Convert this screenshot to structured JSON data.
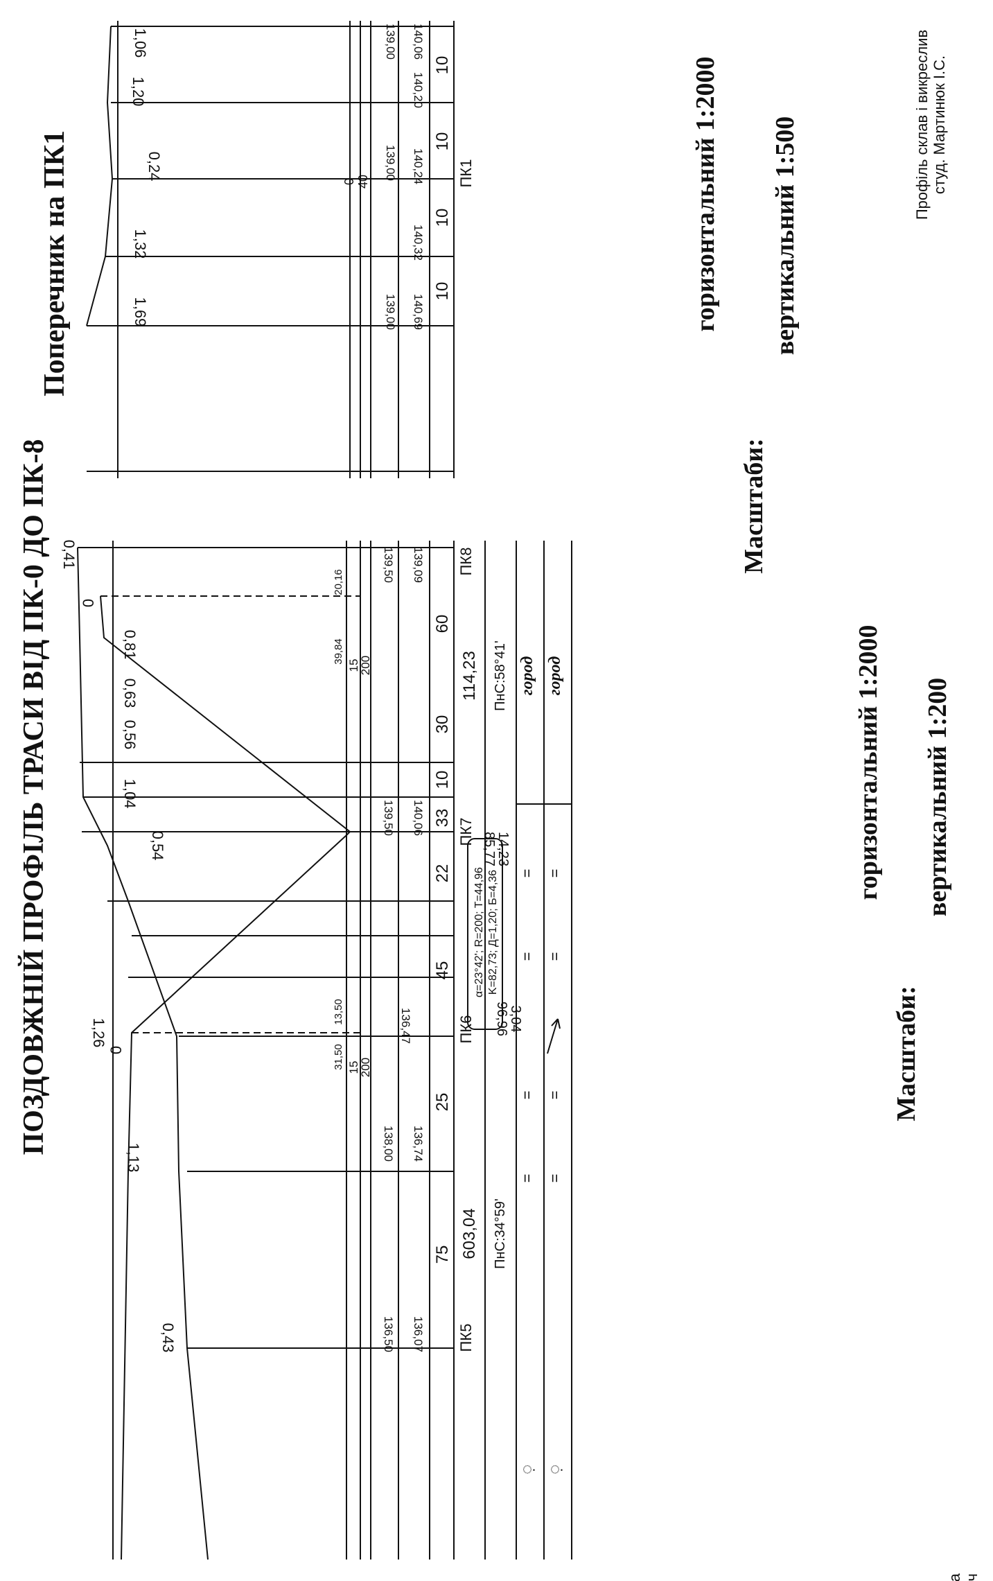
{
  "longitudinal": {
    "title": "ПОЗДОВЖНІЙ ПРОФІЛЬ ТРАСИ ВІД ПК-0 ДО ПК-8",
    "vertical_dims": [
      "0,43",
      "1,13",
      "1,26",
      "0,54",
      "1,04",
      "0,56",
      "0,63",
      "0,81",
      "0,41"
    ],
    "zero_marks": [
      "0",
      "0"
    ],
    "grade_labels": {
      "seg1_a": "31,50",
      "seg1_b": "13,50",
      "seg1_slope": "15",
      "seg1_len": "200",
      "seg2_a": "39,84",
      "seg2_b": "20,16",
      "seg2_slope": "15",
      "seg2_len": "200"
    },
    "design_elev": [
      "136,50",
      "138,00",
      "136,47",
      "139,50",
      "139,50"
    ],
    "ground_elev": [
      "136,07",
      "136,74",
      "140,06",
      "139,09"
    ],
    "distances": [
      "75",
      "25",
      "45",
      "22",
      "33",
      "10",
      "30",
      "60"
    ],
    "pickets": [
      "ПК5",
      "ПК6",
      "ПК7",
      "ПК8"
    ],
    "plan": {
      "left_len": "603,04",
      "left_bearing": "ПнС:34°59'",
      "mid_a": "96,96",
      "mid_b": "3,04",
      "curve_line1": "α=23°42'; R=200; T=44,96",
      "curve_line2": "K=82,73; Д=1,20; Б=4,36",
      "rot_a": "85,77",
      "rot_b": "14,23",
      "right_len": "114,23",
      "right_bearing": "ПнС:58°41'"
    },
    "land": [
      "город",
      "город"
    ],
    "ditto": "=",
    "scales_label": "Масштаби:",
    "scale_h": "горизонтальний  1:2000",
    "scale_v": "вертикальний  1:200"
  },
  "cross_section": {
    "title": "Поперечник на ПК1",
    "vertical_dims": [
      "1,69",
      "1,32",
      "0,24",
      "1,20",
      "1,06"
    ],
    "centre_marks": [
      "0",
      "40"
    ],
    "design_elev": [
      "139,00",
      "139,00",
      "139,00"
    ],
    "ground_elev": [
      "140,69",
      "140,32",
      "140,24",
      "140,20",
      "140,06"
    ],
    "distances": [
      "10",
      "10",
      "10",
      "10"
    ],
    "picket": "ПК1",
    "scales_label": "Масштаби:",
    "scale_h": "горизонтальний  1:2000",
    "scale_v": "вертикальний  1:500"
  },
  "footer": {
    "grade_line1": "Оцінка",
    "grade_line2": "Викладач",
    "author_line1": "Профіль склав і викреслив",
    "author_line2": "студ. Мартинюк І.С."
  }
}
